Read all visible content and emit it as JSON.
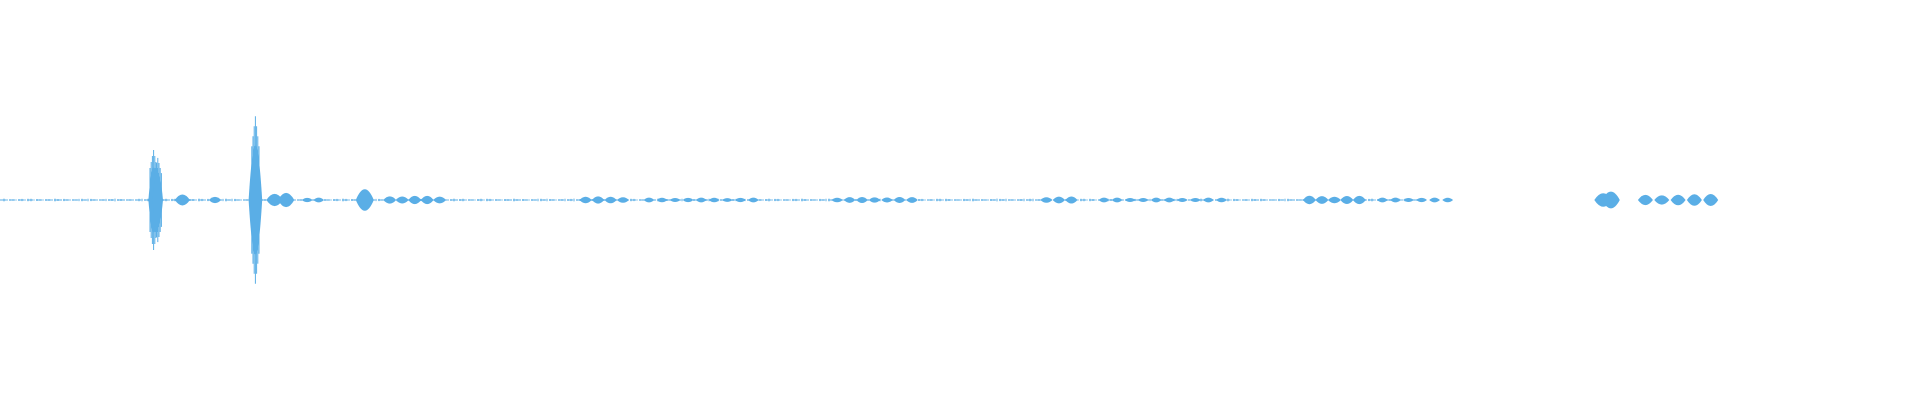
{
  "waveform": {
    "color": "#5aaee6",
    "background": "#ffffff",
    "duration_fraction_drawn": 0.74,
    "bursts": [
      {
        "at": 0.08,
        "amp": 0.55,
        "count": 2,
        "spacing": 0.0022
      },
      {
        "at": 0.095,
        "amp": 0.1,
        "count": 1,
        "spacing": 0.004
      },
      {
        "at": 0.112,
        "amp": 0.06,
        "count": 1,
        "spacing": 0.004
      },
      {
        "at": 0.133,
        "amp": 0.95,
        "count": 1,
        "spacing": 0.003
      },
      {
        "at": 0.143,
        "amp": 0.12,
        "count": 2,
        "spacing": 0.006
      },
      {
        "at": 0.16,
        "amp": 0.04,
        "count": 2,
        "spacing": 0.006
      },
      {
        "at": 0.19,
        "amp": 0.18,
        "count": 1,
        "spacing": 0.004
      },
      {
        "at": 0.203,
        "amp": 0.07,
        "count": 5,
        "spacing": 0.0065
      },
      {
        "at": 0.305,
        "amp": 0.06,
        "count": 4,
        "spacing": 0.0065
      },
      {
        "at": 0.338,
        "amp": 0.04,
        "count": 9,
        "spacing": 0.0068
      },
      {
        "at": 0.436,
        "amp": 0.05,
        "count": 7,
        "spacing": 0.0065
      },
      {
        "at": 0.545,
        "amp": 0.06,
        "count": 3,
        "spacing": 0.0065
      },
      {
        "at": 0.575,
        "amp": 0.04,
        "count": 10,
        "spacing": 0.0068
      },
      {
        "at": 0.682,
        "amp": 0.07,
        "count": 5,
        "spacing": 0.0065
      },
      {
        "at": 0.72,
        "amp": 0.04,
        "count": 6,
        "spacing": 0.0068
      },
      {
        "at": 0.835,
        "amp": 0.14,
        "count": 2,
        "spacing": 0.004
      },
      {
        "at": 0.857,
        "amp": 0.1,
        "count": 5,
        "spacing": 0.0085
      }
    ]
  }
}
